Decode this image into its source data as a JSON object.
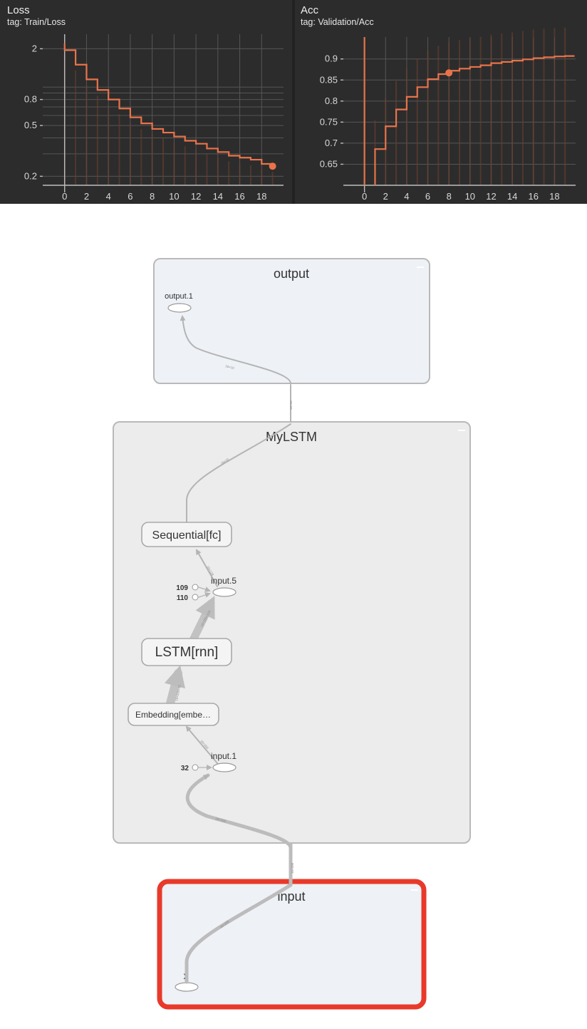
{
  "charts": {
    "loss": {
      "title": "Loss",
      "tag": "tag: Train/Loss"
    },
    "acc": {
      "title": "Acc",
      "tag": "tag: Validation/Acc"
    }
  },
  "chart_data": [
    {
      "type": "line",
      "title": "Loss",
      "subtitle": "tag: Train/Loss",
      "xlabel": "",
      "ylabel": "",
      "y_scale": "log",
      "xlim": [
        -2,
        20
      ],
      "ylim": [
        0.17,
        2.6
      ],
      "x_ticks": [
        "0",
        "2",
        "4",
        "6",
        "8",
        "10",
        "12",
        "14",
        "16",
        "18"
      ],
      "y_ticks": [
        {
          "v": 2,
          "label": "2"
        },
        {
          "v": 0.8,
          "label": "0.8"
        },
        {
          "v": 0.5,
          "label": "0.5"
        },
        {
          "v": 0.2,
          "label": "0.2"
        }
      ],
      "grid": true,
      "color": "#e8734a",
      "series": [
        {
          "x": [
            0,
            1,
            2,
            3,
            4,
            5,
            6,
            7,
            8,
            9,
            10,
            11,
            12,
            13,
            14,
            15,
            16,
            17,
            18,
            19
          ],
          "values": [
            1.95,
            1.5,
            1.15,
            0.95,
            0.8,
            0.68,
            0.58,
            0.52,
            0.47,
            0.44,
            0.41,
            0.38,
            0.36,
            0.33,
            0.31,
            0.29,
            0.28,
            0.27,
            0.25,
            0.24
          ]
        }
      ],
      "highlight": {
        "x": 19,
        "y": 0.24
      }
    },
    {
      "type": "line",
      "title": "Acc",
      "subtitle": "tag: Validation/Acc",
      "xlabel": "",
      "ylabel": "",
      "xlim": [
        -2,
        20
      ],
      "ylim": [
        0.6,
        0.952
      ],
      "x_ticks": [
        "0",
        "2",
        "4",
        "6",
        "8",
        "10",
        "12",
        "14",
        "16",
        "18"
      ],
      "y_ticks": [
        {
          "v": 0.9,
          "label": "0.9"
        },
        {
          "v": 0.85,
          "label": "0.85"
        },
        {
          "v": 0.8,
          "label": "0.8"
        },
        {
          "v": 0.75,
          "label": "0.75"
        },
        {
          "v": 0.7,
          "label": "0.7"
        },
        {
          "v": 0.65,
          "label": "0.65"
        }
      ],
      "grid": true,
      "color": "#e8734a",
      "series": [
        {
          "x": [
            1,
            2,
            3,
            4,
            5,
            6,
            7,
            8,
            9,
            10,
            11,
            12,
            13,
            14,
            15,
            16,
            17,
            18,
            19
          ],
          "values": [
            0.686,
            0.74,
            0.78,
            0.81,
            0.833,
            0.852,
            0.864,
            0.872,
            0.877,
            0.881,
            0.885,
            0.89,
            0.893,
            0.896,
            0.899,
            0.902,
            0.904,
            0.906,
            0.907
          ]
        }
      ],
      "highlight": {
        "x": 8,
        "y": 0.867
      }
    }
  ],
  "graph": {
    "output_box": {
      "title": "output",
      "node": "output.1"
    },
    "mylstm_box": {
      "title": "MyLSTM"
    },
    "input_box": {
      "title": "input",
      "node": "x"
    },
    "nodes": {
      "sequential": "Sequential[fc]",
      "lstm": "LSTM[rnn]",
      "embedding": "Embedding[embe…",
      "input5": "input.5",
      "input1": "input.1",
      "const109": "109",
      "const110": "110",
      "const32": "32"
    },
    "edge_labels": {
      "to_output_inner": "16×10",
      "to_output_outer": "16×10",
      "fc_out": "16×10",
      "input5_to_fc": "16×128",
      "lstm_to_input5": "16×200×128",
      "emb_to_lstm": "16×200×32",
      "input1_to_emb": "16×200",
      "into_mylstm": "16×200",
      "boundary_in": "16×200",
      "x_out": "16×200"
    },
    "colors": {
      "highlight_border": "#e8392b",
      "box_fill_io": "#eef1f6",
      "box_fill_main": "#ececec"
    }
  }
}
